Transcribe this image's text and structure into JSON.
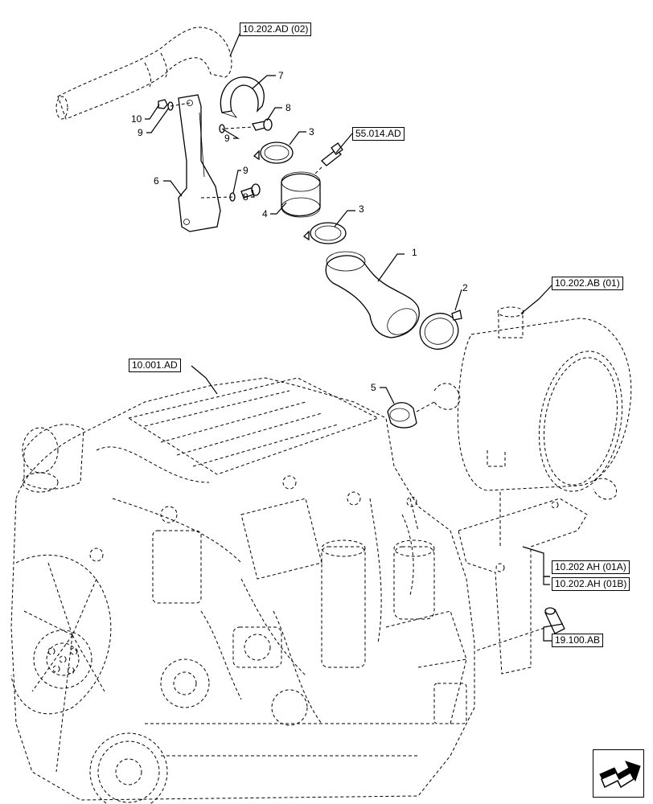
{
  "references": {
    "ref_10_202_ad_02": "10.202.AD (02)",
    "ref_55_014_ad": "55.014.AD",
    "ref_10_202_ab_01": "10.202.AB (01)",
    "ref_10_001_ad": "10.001.AD",
    "ref_10_202_ah_01a": "10.202 AH (01A)",
    "ref_10_202_ah_01b": "10.202.AH (01B)",
    "ref_19_100_ab": "19.100.AB"
  },
  "callouts": {
    "c1": "1",
    "c2": "2",
    "c3a": "3",
    "c3b": "3",
    "c4": "4",
    "c5": "5",
    "c6": "6",
    "c7": "7",
    "c8a": "8",
    "c8b": "8",
    "c9a": "9",
    "c9b": "9",
    "c9c": "9",
    "c10": "10"
  },
  "icons": {
    "navigation": "next-page-arrow-icon"
  }
}
